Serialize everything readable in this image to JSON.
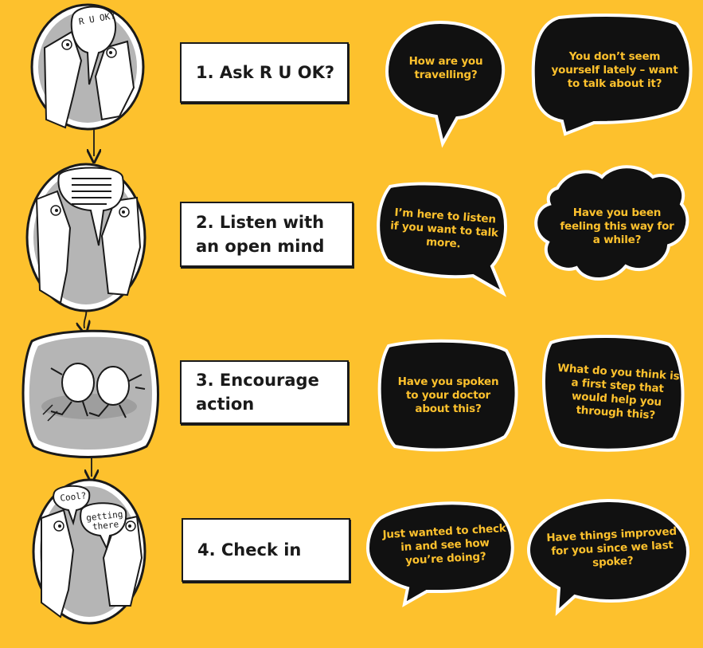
{
  "steps": [
    {
      "label": "1. Ask R U OK?",
      "bubbles": [
        "How are you travelling?",
        "You don’t seem yourself lately – want to talk about it?"
      ]
    },
    {
      "label": "2. Listen with\n    an open mind",
      "bubbles": [
        "I’m here to listen if you want to talk more.",
        "Have you been feeling this way for a while?"
      ]
    },
    {
      "label": "3. Encourage\n    action",
      "bubbles": [
        "Have you spoken to your doctor about this?",
        "What do you think is a first step that would help you through this?"
      ]
    },
    {
      "label": "4. Check in",
      "bubbles": [
        "Just wanted to check in and see how you’re doing?",
        "Have things improved for you since we last spoke?"
      ]
    }
  ],
  "comic": {
    "step1_speech": "R U OK?",
    "step4_speech_a": "Cool?",
    "step4_speech_b": "getting there"
  },
  "colors": {
    "background": "#FDC12D",
    "bubble": "#111111",
    "bubble_text": "#FDC12D"
  }
}
